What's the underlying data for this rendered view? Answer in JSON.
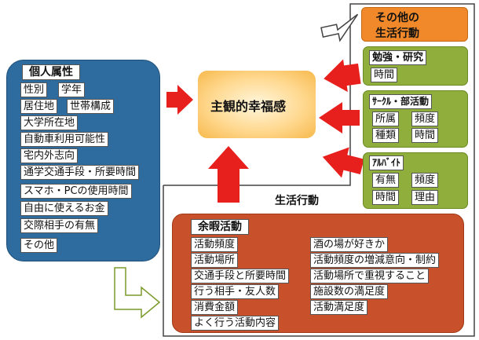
{
  "personal": {
    "title": "個人属性",
    "items": [
      "性別",
      "学年",
      "居住地",
      "世帯構成",
      "大学所在地",
      "自動車利用可能性",
      "宅内外志向",
      "通学交通手段・所要時間",
      "スマホ・PCの使用時間",
      "自由に使えるお金",
      "交際相手の有無",
      "その他"
    ]
  },
  "swb": {
    "title": "主観的幸福感"
  },
  "activity_label": "生活行動",
  "other": {
    "title_line1": "その他の",
    "title_line2": "生活行動"
  },
  "study": {
    "title": "勉強・研究",
    "items": [
      "時間"
    ]
  },
  "circle": {
    "title": "ｻｰｸﾙ・部活動",
    "items": [
      "所属",
      "頻度",
      "種類",
      "時間"
    ]
  },
  "parttime": {
    "title": "ｱﾙﾊﾞｲﾄ",
    "items": [
      "有無",
      "頻度",
      "時間",
      "理由"
    ]
  },
  "leisure": {
    "title": "余暇活動",
    "left_items": [
      "活動頻度",
      "活動場所",
      "交通手段と所要時間",
      "行う相手・友人数",
      "消費金額",
      "よく行う活動内容"
    ],
    "right_items": [
      "酒の場が好きか",
      "活動頻度の増減意向・制約",
      "活動場所で重視すること",
      "施設数の満足度",
      "活動満足度"
    ]
  },
  "colors": {
    "personal_bg": "#2e6c9f",
    "swb_bg": "#ffd991",
    "other_bg": "#f1892a",
    "green_bg": "#8fae3c",
    "leisure_bg": "#c8502a",
    "arrow_red": "#e8201d"
  }
}
